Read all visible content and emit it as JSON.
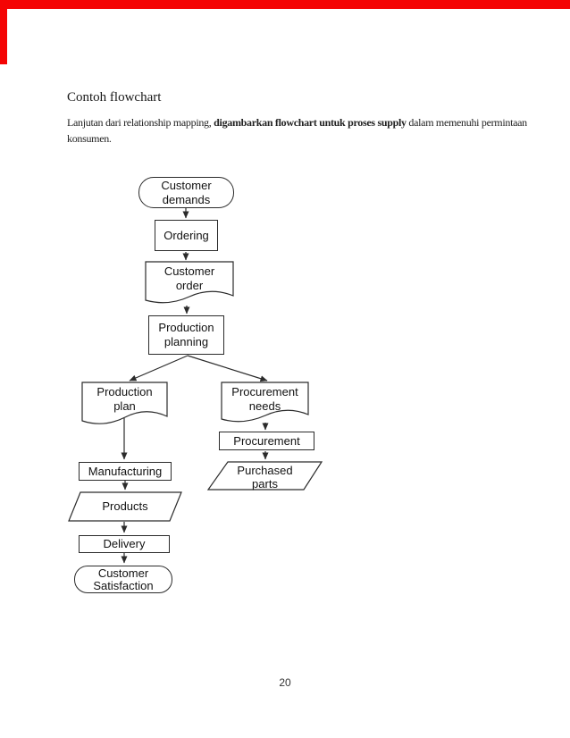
{
  "page": {
    "number": "20",
    "background": "#ffffff"
  },
  "scan_artifacts": {
    "color": "#f40404",
    "top_edge": true,
    "left_edge": true
  },
  "heading": "Contoh flowchart",
  "paragraph": {
    "line1_pre": "Lanjutan dari relationship mapping, ",
    "line1_bold": "digambarkan flowchart untuk proses supply",
    "line1_post": " dalam memenuhi permintaan",
    "line2": "konsumen."
  },
  "flowchart": {
    "stroke_color": "#2b2b2b",
    "text_color": "#111111",
    "nodes": {
      "customer_demands": {
        "type": "terminator",
        "lines": [
          "Customer",
          "demands"
        ]
      },
      "ordering": {
        "type": "process",
        "lines": [
          "Ordering"
        ]
      },
      "customer_order": {
        "type": "document",
        "lines": [
          "Customer",
          "order"
        ]
      },
      "production_planning": {
        "type": "process",
        "lines": [
          "Production",
          "planning"
        ]
      },
      "production_plan": {
        "type": "document",
        "lines": [
          "Production",
          "plan"
        ]
      },
      "procurement_needs": {
        "type": "document",
        "lines": [
          "Procurement",
          "needs"
        ]
      },
      "procurement": {
        "type": "process",
        "lines": [
          "Procurement"
        ]
      },
      "manufacturing": {
        "type": "process",
        "lines": [
          "Manufacturing"
        ]
      },
      "purchased_parts": {
        "type": "parallelogram",
        "lines": [
          "Purchased",
          "parts"
        ]
      },
      "products": {
        "type": "parallelogram",
        "lines": [
          "Products"
        ]
      },
      "delivery": {
        "type": "process",
        "lines": [
          "Delivery"
        ]
      },
      "customer_satisfaction": {
        "type": "terminator",
        "lines": [
          "Customer",
          "Satisfaction"
        ]
      }
    },
    "edges": [
      {
        "from": "customer_demands",
        "to": "ordering"
      },
      {
        "from": "ordering",
        "to": "customer_order"
      },
      {
        "from": "customer_order",
        "to": "production_planning"
      },
      {
        "from": "production_planning",
        "to": "production_plan"
      },
      {
        "from": "production_planning",
        "to": "procurement_needs"
      },
      {
        "from": "production_plan",
        "to": "manufacturing"
      },
      {
        "from": "procurement_needs",
        "to": "procurement"
      },
      {
        "from": "procurement",
        "to": "purchased_parts"
      },
      {
        "from": "manufacturing",
        "to": "products"
      },
      {
        "from": "products",
        "to": "delivery"
      },
      {
        "from": "delivery",
        "to": "customer_satisfaction"
      }
    ]
  }
}
